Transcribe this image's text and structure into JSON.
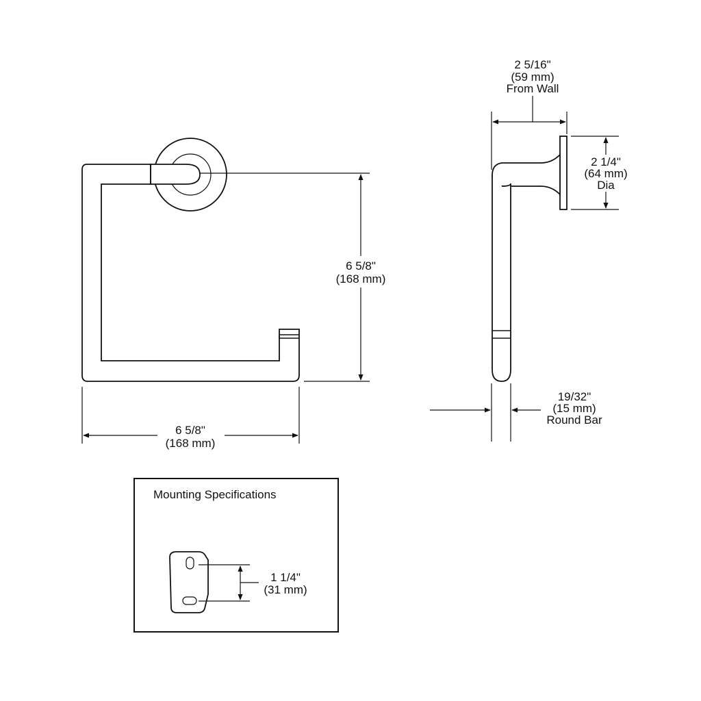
{
  "front_view": {
    "height_dim": {
      "inch": "6 5/8\"",
      "mm": "(168 mm)"
    },
    "width_dim": {
      "inch": "6 5/8\"",
      "mm": "(168 mm)"
    }
  },
  "side_view": {
    "projection_dim": {
      "inch": "2 5/16\"",
      "mm": "(59 mm)",
      "note": "From Wall"
    },
    "flange_dim": {
      "inch": "2 1/4\"",
      "mm": "(64 mm)",
      "note": "Dia"
    },
    "bar_dim": {
      "inch": "19/32\"",
      "mm": "(15 mm)",
      "note": "Round Bar"
    }
  },
  "mounting": {
    "title": "Mounting Specifications",
    "hole_spacing": {
      "inch": "1 1/4\"",
      "mm": "(31 mm)"
    }
  }
}
